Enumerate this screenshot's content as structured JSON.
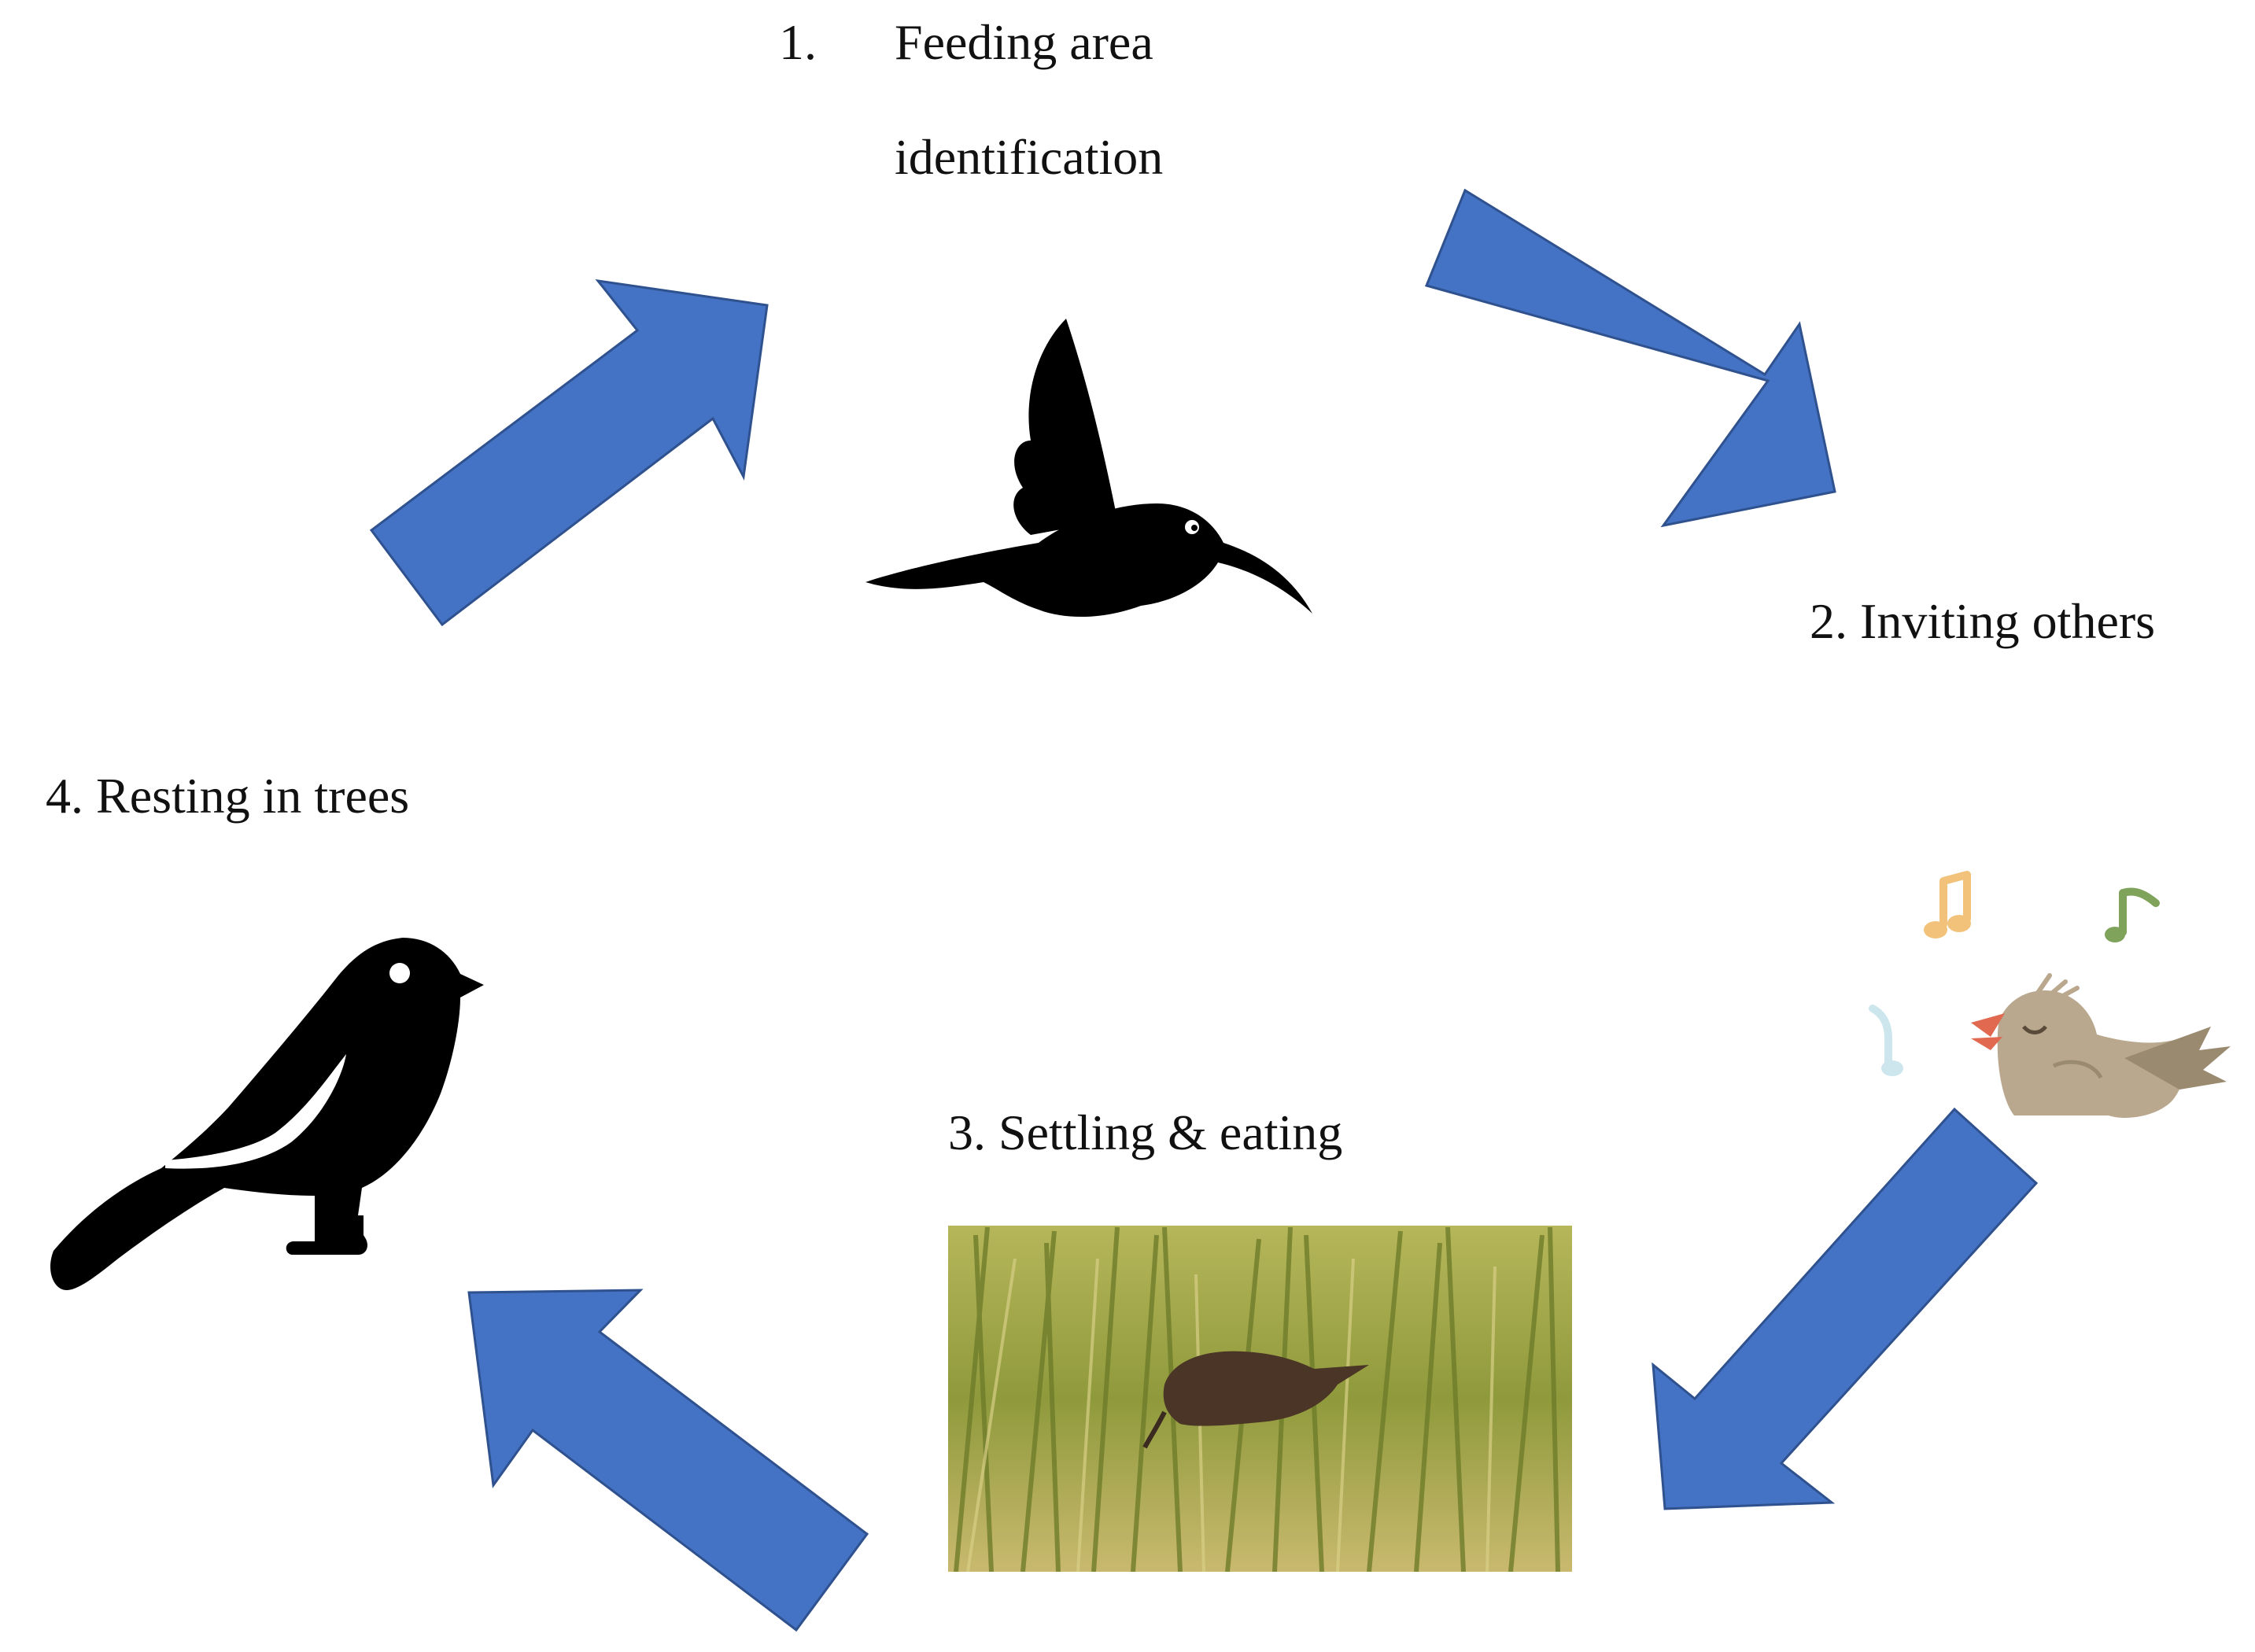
{
  "steps": {
    "step1": {
      "number": "1.",
      "line1": "Feeding area",
      "line2": "identification"
    },
    "step2": {
      "label": "2. Inviting others"
    },
    "step3": {
      "label": "3. Settling & eating"
    },
    "step4": {
      "label": "4. Resting in trees"
    }
  },
  "colors": {
    "arrow_fill": "#4472C4",
    "arrow_stroke": "#2F528F",
    "silhouette": "#000000",
    "singing_bird_body": "#B9A88E",
    "beak": "#E0694F",
    "note_orange": "#F2C27A",
    "note_green": "#7FA35B",
    "note_blue": "#CDE6EE"
  },
  "icons": {
    "hummingbird": "hummingbird-icon",
    "perched_bird": "perched-bird-icon",
    "singing_bird": "singing-bird-icon",
    "music_notes": "music-note-icon",
    "photo": "bird-in-rice-field-photo"
  }
}
